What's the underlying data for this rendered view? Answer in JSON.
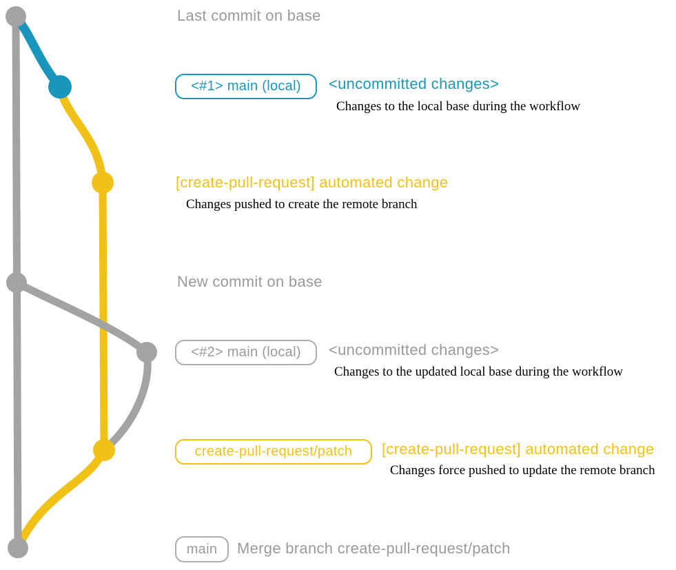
{
  "colors": {
    "blue": "#1A96BC",
    "yellow": "#F0C218",
    "gray_line": "#A3A3A3",
    "gray_text": "#9A9A9A",
    "gray_border": "#ADADAD",
    "description": "#000000"
  },
  "annotations": {
    "last_commit": "Last commit on base",
    "new_commit": "New commit on base",
    "local1": {
      "badge": "<#1> main (local)",
      "title": "<uncommitted changes>",
      "description": "Changes to the local base during the workflow"
    },
    "patch1": {
      "title": "[create-pull-request] automated change",
      "description": "Changes pushed to create the remote branch"
    },
    "local2": {
      "badge": "<#2> main (local)",
      "title": "<uncommitted changes>",
      "description": "Changes to the updated local base during the workflow"
    },
    "patch2": {
      "badge": "create-pull-request/patch",
      "title": "[create-pull-request] automated change",
      "description": "Changes force pushed to update the remote branch"
    },
    "merge": {
      "badge": "main",
      "title": "Merge branch create-pull-request/patch"
    }
  }
}
